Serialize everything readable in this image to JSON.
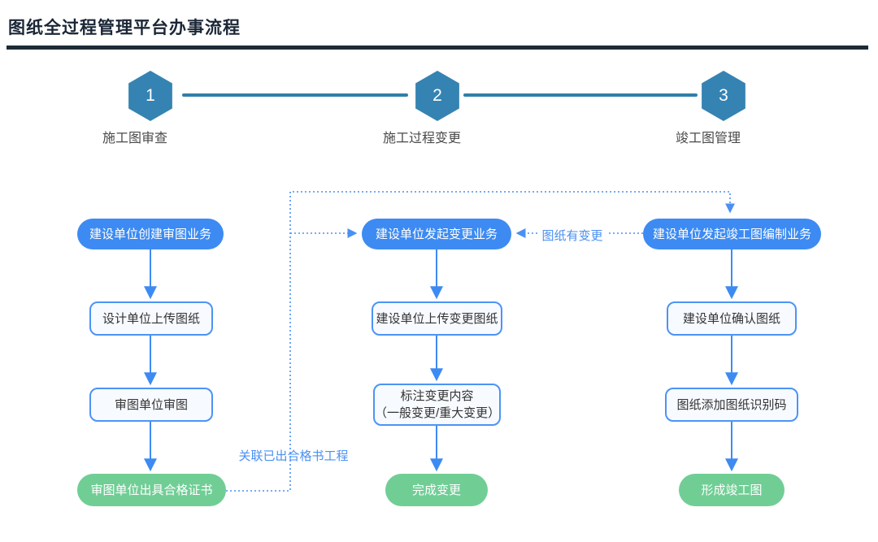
{
  "page": {
    "title": "图纸全过程管理平台办事流程"
  },
  "steps": [
    {
      "number": "1",
      "label": "施工图审查"
    },
    {
      "number": "2",
      "label": "施工过程变更"
    },
    {
      "number": "3",
      "label": "竣工图管理"
    }
  ],
  "flow": {
    "column1": {
      "start": "建设单位创建审图业务",
      "step2": "设计单位上传图纸",
      "step3": "审图单位审图",
      "end": "审图单位出具合格证书"
    },
    "column2": {
      "start": "建设单位发起变更业务",
      "step2": "建设单位上传变更图纸",
      "step3": "标注变更内容\n（一般变更/重大变更）",
      "end": "完成变更"
    },
    "column3": {
      "start": "建设单位发起竣工图编制业务",
      "step2": "建设单位确认图纸",
      "step3": "图纸添加图纸识别码",
      "end": "形成竣工图"
    },
    "link_labels": {
      "certificate_link": "关联已出合格书工程",
      "drawing_changed": "图纸有变更"
    }
  },
  "colors": {
    "primary_blue": "#3d8bf2",
    "success_green": "#70ce95",
    "hexagon_blue": "#3583b2",
    "dotted_link_blue": "#4a90f2",
    "divider_dark": "#1d2b38",
    "node_fill_light": "#f7faff"
  }
}
